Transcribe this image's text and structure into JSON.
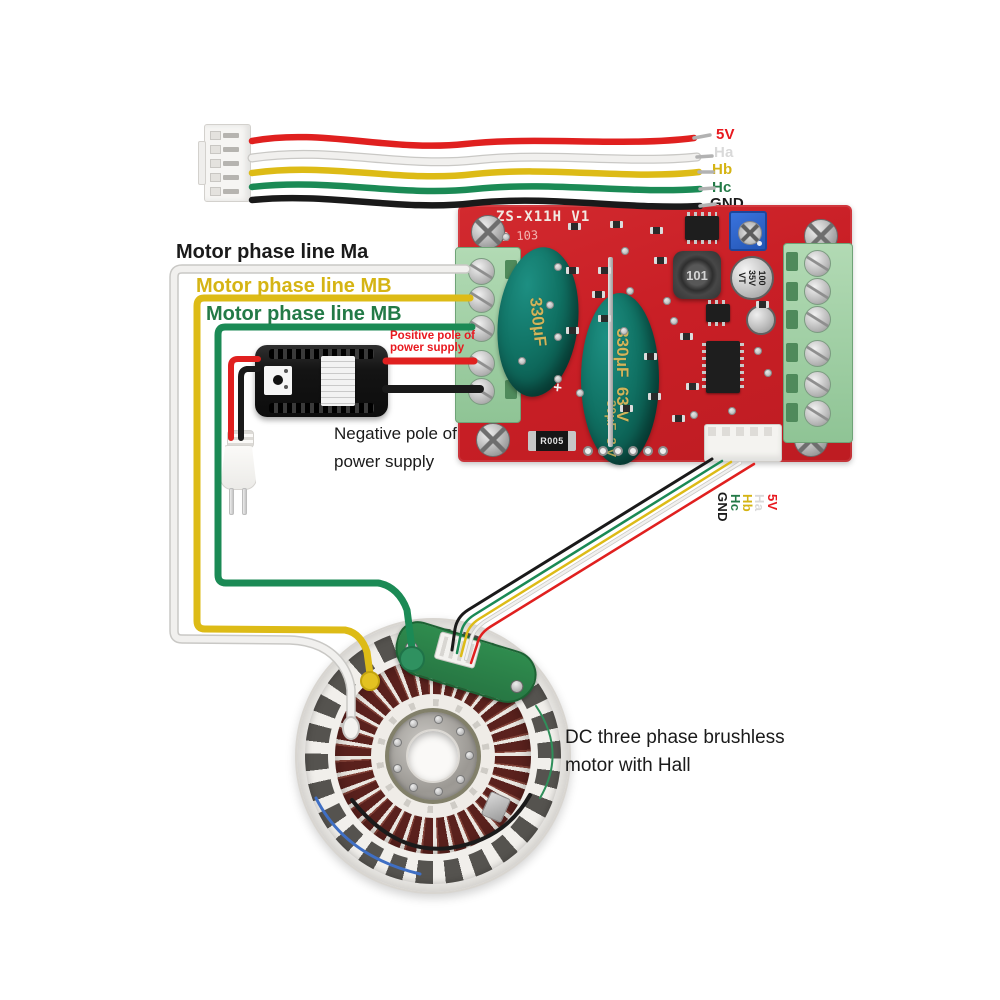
{
  "colors": {
    "wire-red": "#e0201f",
    "wire-white": "#f1f0ee",
    "wire-yellow": "#ddbb16",
    "wire-green": "#1b8a55",
    "wire-black": "#1a1a1a",
    "label-red": "#e8191f",
    "label-gray": "#d9d9d9",
    "label-yellow": "#d5b414",
    "label-green": "#237a47",
    "label-black": "#1a1a1a",
    "board-red": "#cd2128",
    "terminal-green": "#9fd0a4",
    "cap-teal": "#0e685d",
    "cap-text-gold": "#d2b45a",
    "trimmer-blue": "#2c62c6"
  },
  "signals": [
    {
      "label": "5V"
    },
    {
      "label": "Ha"
    },
    {
      "label": "Hb"
    },
    {
      "label": "Hc"
    },
    {
      "label": "GND"
    }
  ],
  "board": {
    "silkscreen": "ZS-X11H V1",
    "date_code": "2 103",
    "cap1_value": "330μF",
    "cap1_plus": "+",
    "cap2_value": "330μF",
    "cap2_voltage": "63 V",
    "cap2_value_wrap": "30μF",
    "cap2_voltage_wrap": "3 V",
    "inductor_value": "101",
    "silver_cap_lines": [
      "100",
      "35V",
      "VT"
    ],
    "shunt_value": "R005"
  },
  "annotations": {
    "phase_ma": "Motor phase line Ma",
    "phase_mb_yellow": "Motor phase line MB",
    "phase_mb_green": "Motor phase line MB",
    "positive_pole": [
      "Positive pole of",
      "power supply"
    ],
    "negative_pole": [
      "Negative pole of",
      "power supply"
    ],
    "motor_caption": [
      "DC three phase brushless",
      "motor with Hall"
    ]
  }
}
